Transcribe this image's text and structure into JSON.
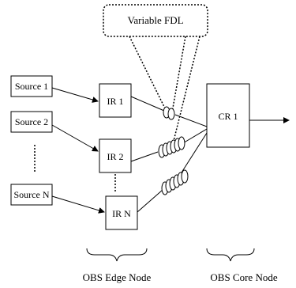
{
  "fdl_label": "Variable FDL",
  "sources": [
    "Source 1",
    "Source 2",
    "Source N"
  ],
  "ingress_routers": [
    "IR 1",
    "IR 2",
    "IR N"
  ],
  "core_router": "CR 1",
  "edge_label": "OBS Edge Node",
  "core_label": "OBS Core Node"
}
